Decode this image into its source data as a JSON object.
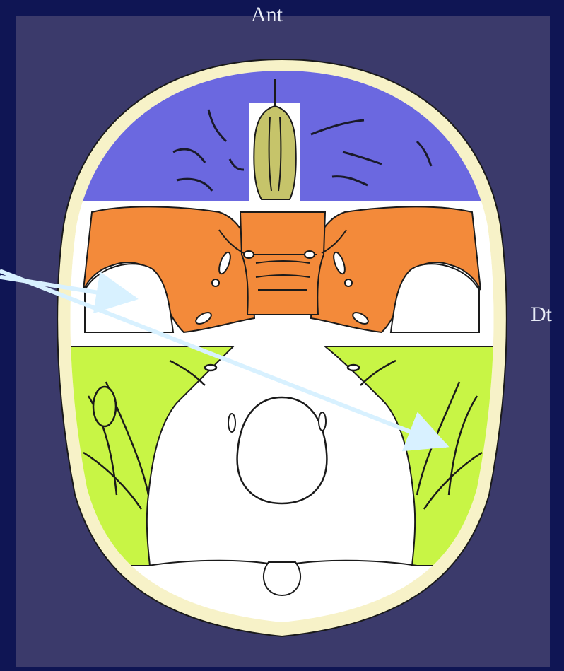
{
  "labels": {
    "anterior": "Ant",
    "right": "Dt"
  },
  "colors": {
    "slide_border": "#0f1554",
    "panel": "#3b3a6b",
    "skull_outline": "#f7f2c8",
    "anterior_fossa": "#6b68e0",
    "middle_fossa": "#f38a3a",
    "posterior_fossa": "#c8f545",
    "crista_galli": "#c6c46a",
    "background_white": "#ffffff",
    "arrow": "#d8f1ff"
  },
  "regions": [
    {
      "name": "anterior-cranial-fossa",
      "color_key": "anterior_fossa"
    },
    {
      "name": "middle-cranial-fossa",
      "color_key": "middle_fossa"
    },
    {
      "name": "posterior-cranial-fossa",
      "color_key": "posterior_fossa"
    }
  ]
}
